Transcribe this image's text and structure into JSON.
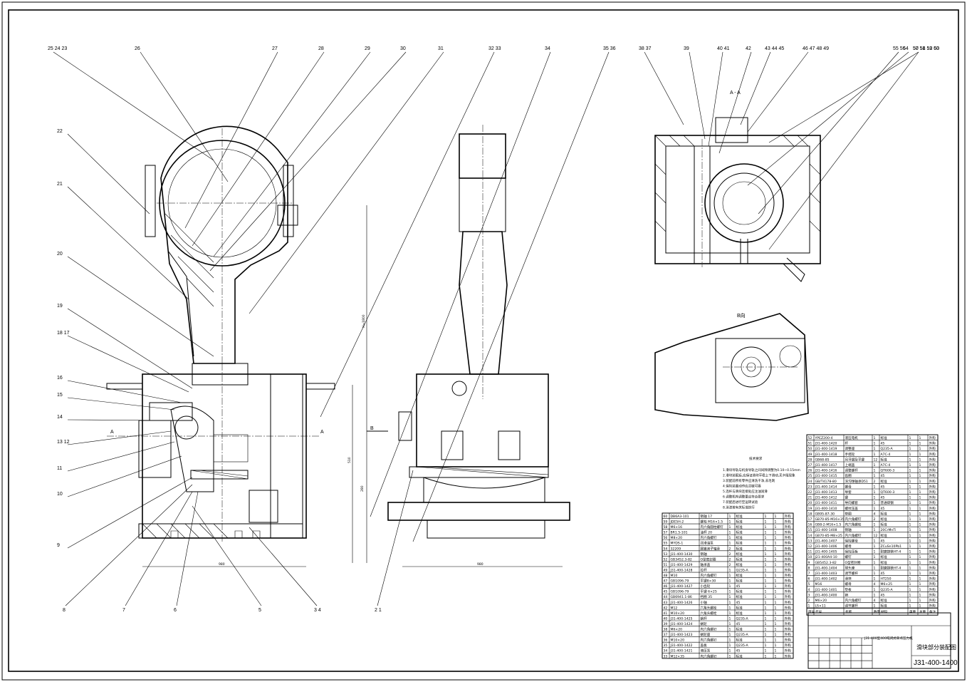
{
  "drawing": {
    "drawing_number": "J31-400-1400",
    "drawing_title": "滑块部分装配图",
    "design_title": "J31-400型400吨闭式单点压力机",
    "section_label": "A - A",
    "view_b_label": "B向",
    "view_arrow_a_left": "A",
    "view_arrow_a_right": "A",
    "view_arrow_b": "B",
    "tech_requirements_title": "技术要求",
    "tech_requirements": [
      "1.滑块导轨与机身导轨之间间隙调整为0.10~0.15mm",
      "2.滑块装配后,应保证滑块平稳上下滑动,无卡阻现象",
      "3.装配前所有零件应清洗干净,去毛刺",
      "4.保险装置动作应灵敏可靠",
      "5.连杆与滑块连接处应注油润滑",
      "6.调整机构调整量应符合要求",
      "7.装配后进行空运转试验",
      "8.涂漆按有关标准执行"
    ]
  },
  "callouts_top": [
    "25 24 23",
    "26",
    "27",
    "28",
    "29",
    "30",
    "31",
    "32 33",
    "34",
    "35 36",
    "38 37",
    "39",
    "40 41",
    "42",
    "43 44 45",
    "46 47 48 49",
    "50 51 52 53",
    "54",
    "55 56",
    "57 58 59 60"
  ],
  "callouts_left": [
    "22",
    "21",
    "20",
    "19",
    "18 17",
    "16",
    "15",
    "14",
    "13 12",
    "11",
    "10",
    "9"
  ],
  "callouts_bottom": [
    "8",
    "7",
    "6",
    "5",
    "3 4",
    "2 1"
  ],
  "dimensions": {
    "width_left": "980",
    "width_mid": "980",
    "height_stroke": "H=1800",
    "height_right": "510",
    "height_small": "280"
  },
  "bom_upper": [
    [
      "52",
      "YPEZ200-4",
      "液压电机",
      "1",
      "标准",
      "1",
      "1",
      "外购"
    ],
    [
      "51",
      "J31-400-1420",
      "杆",
      "1",
      "45",
      "1",
      "1",
      "外购"
    ],
    [
      "50",
      "J31-400-1419",
      "调整座",
      "1",
      "Q235-A",
      "1",
      "1",
      "外购"
    ],
    [
      "49",
      "J31-400-1418",
      "手摇轮",
      "1",
      "A7C-4",
      "1",
      "1",
      "外购"
    ],
    [
      "28",
      "GB68-85",
      "月牙键及平键",
      "12",
      "标准",
      "1",
      "1",
      "外购"
    ],
    [
      "27",
      "J31-400-1417",
      "上端盖",
      "1",
      "A7C-4",
      "1",
      "1",
      "外购"
    ],
    [
      "26",
      "J31-400-1416",
      "调整螺杆",
      "1",
      "QT600-3",
      "1",
      "1",
      "外购"
    ],
    [
      "25",
      "J31-400-1415",
      "齿圈",
      "1",
      "45",
      "1",
      "1",
      "外购"
    ],
    [
      "24",
      "GB/T4178-80",
      "深沟球轴承D51",
      "2",
      "标准",
      "1",
      "1",
      "外购"
    ],
    [
      "23",
      "J31-400-1414",
      "螺母",
      "1",
      "45",
      "1",
      "1",
      "外购"
    ],
    [
      "22",
      "J31-400-1413",
      "导套",
      "1",
      "QT600-3",
      "1",
      "1",
      "外购"
    ],
    [
      "21",
      "J31-400-1412",
      "键",
      "1",
      "45",
      "1",
      "1",
      "外购"
    ],
    [
      "20",
      "J31-400-1411",
      "导向螺套",
      "1",
      "普通碳钢",
      "1",
      "1",
      "外购"
    ],
    [
      "19",
      "J31-400-1410",
      "螺纹压盖",
      "1",
      "45",
      "1",
      "1",
      "外购"
    ],
    [
      "18",
      "GB95-87-30",
      "垫圈",
      "4",
      "标准",
      "1",
      "1",
      "外购"
    ],
    [
      "17",
      "GB70-85-M16×35",
      "内六角螺钉",
      "2",
      "标准",
      "1",
      "1",
      "外购"
    ],
    [
      "16",
      "GB8-2-M16×1.5",
      "内六角螺栓",
      "1",
      "标准",
      "1",
      "1",
      "外购"
    ],
    [
      "15",
      "J31-400-1408",
      "销轴",
      "1",
      "20CrMnTi",
      "1",
      "1",
      "外购"
    ],
    [
      "14",
      "GB70-85-M8×25",
      "内六角螺钉",
      "12",
      "标准",
      "1",
      "1",
      "外购"
    ],
    [
      "13",
      "J31-400-1407",
      "保险螺母",
      "1",
      "45",
      "1",
      "1",
      "外购"
    ],
    [
      "12",
      "J31-400-1406",
      "螺母",
      "1",
      "ZCuSn10Pb1",
      "1",
      "1",
      "外购"
    ],
    [
      "11",
      "J31-400-1405",
      "保险压板",
      "1",
      "耐磨铸铁HT-4",
      "1",
      "1",
      "外购"
    ],
    [
      "10",
      "J21-400A4-10",
      "螺钉",
      "1",
      "标准",
      "1",
      "1",
      "外购"
    ],
    [
      "9",
      "GB5452.3-82",
      "O型密封圈",
      "1",
      "标准",
      "1",
      "1",
      "外购"
    ],
    [
      "8",
      "J31-400-1404",
      "球头座",
      "1",
      "耐磨铸铁HT-4",
      "1",
      "1",
      "外购"
    ],
    [
      "7",
      "J31-400-1403",
      "调节螺杆",
      "1",
      "45",
      "1",
      "1",
      "外购"
    ],
    [
      "6",
      "J31-400-1402",
      "滑块",
      "1",
      "HT250",
      "1",
      "1",
      "外购"
    ],
    [
      "5",
      "M16",
      "螺母",
      "4",
      "M6×25",
      "1",
      "1",
      "外购"
    ],
    [
      "4",
      "J31-400-1401",
      "垫板",
      "1",
      "Q235-A",
      "1",
      "1",
      "外购"
    ],
    [
      "3",
      "J31-400-1400",
      "销",
      "1",
      "45",
      "1",
      "1",
      "外购"
    ],
    [
      "2",
      "M6×20",
      "内六角螺钉",
      "4",
      "标准",
      "1",
      "1",
      "外购"
    ],
    [
      "1",
      "LS×11",
      "调节螺杆",
      "1",
      "标准",
      "1",
      "1",
      "外购"
    ]
  ],
  "bom_lower": [
    [
      "60",
      "DB6A3-101",
      "销轴 17",
      "1",
      "标准",
      "1",
      "1",
      "外购"
    ],
    [
      "59",
      "JDE5H-2",
      "螺栓 M16×1.5",
      "1",
      "标准",
      "1",
      "1",
      "外购"
    ],
    [
      "58",
      "M6×16",
      "内六角圆柱螺钉",
      "1",
      "标准",
      "1",
      "1",
      "外购"
    ],
    [
      "57",
      "BR1.5-101",
      "油杯 20",
      "1",
      "标准",
      "1",
      "1",
      "外购"
    ],
    [
      "56",
      "M8×20",
      "内六角螺钉",
      "1",
      "标准",
      "1",
      "1",
      "外购"
    ],
    [
      "55",
      "MYDS-1",
      "润滑油泵",
      "1",
      "标准",
      "1",
      "1",
      "外购"
    ],
    [
      "54",
      "32209",
      "圆锥滚子轴承",
      "2",
      "标准",
      "1",
      "1",
      "外购"
    ],
    [
      "53",
      "J31-400-1430",
      "销轴",
      "2",
      "标准",
      "1",
      "1",
      "外购"
    ],
    [
      "52",
      "GB3452.3-82",
      "O型密封圈",
      "2",
      "标准",
      "1",
      "1",
      "外购"
    ],
    [
      "51",
      "J31-400-1429",
      "轴承盖",
      "2",
      "标准",
      "1",
      "1",
      "外购"
    ],
    [
      "49",
      "J31-400-1428",
      "拉杆",
      "1",
      "Q235-A",
      "1",
      "1",
      "外购"
    ],
    [
      "48",
      "M10",
      "内六角螺钉",
      "1",
      "标准",
      "1",
      "1",
      "外购"
    ],
    [
      "47",
      "GB1096-79",
      "平键8×30",
      "1",
      "标准",
      "1",
      "1",
      "外购"
    ],
    [
      "46",
      "J31-400-1427",
      "小齿轮",
      "1",
      "45",
      "1",
      "1",
      "外购"
    ],
    [
      "45",
      "GB1096-79",
      "平键 6×25",
      "1",
      "标准",
      "1",
      "1",
      "外购"
    ],
    [
      "44",
      "GB6941.1-86",
      "挡圈 35",
      "1",
      "标准",
      "1",
      "1",
      "外购"
    ],
    [
      "43",
      "J31-400-1426",
      "小轴",
      "1",
      "45",
      "1",
      "1",
      "外购"
    ],
    [
      "42",
      "M12",
      "六角头螺栓",
      "1",
      "标准",
      "1",
      "1",
      "外购"
    ],
    [
      "41",
      "M10×20",
      "六角头螺栓",
      "1",
      "标准",
      "1",
      "1",
      "外购"
    ],
    [
      "40",
      "J31-400-1425",
      "蜗杆",
      "1",
      "Q235-A",
      "1",
      "1",
      "外购"
    ],
    [
      "39",
      "J31-400-1424",
      "蜗轮",
      "1",
      "45",
      "1",
      "1",
      "外购"
    ],
    [
      "38",
      "M6×20",
      "内六角螺钉",
      "1",
      "标准",
      "1",
      "1",
      "外购"
    ],
    [
      "37",
      "J31-400-1423",
      "蜗轮座",
      "1",
      "Q235-A",
      "1",
      "1",
      "外购"
    ],
    [
      "36",
      "M10×20",
      "内六角螺钉",
      "1",
      "标准",
      "1",
      "1",
      "外购"
    ],
    [
      "35",
      "J31-400-1422",
      "盖板",
      "1",
      "Q235-A",
      "1",
      "1",
      "外购"
    ],
    [
      "34",
      "J31-400-1421",
      "液压泵",
      "1",
      "45",
      "1",
      "1",
      "外购"
    ],
    [
      "33",
      "M12×35",
      "内六角螺钉",
      "1",
      "标准",
      "1",
      "1",
      "外购"
    ]
  ],
  "bom_header": [
    "序号",
    "代号",
    "名称",
    "数量",
    "材料",
    "单重",
    "总重",
    "备注"
  ]
}
